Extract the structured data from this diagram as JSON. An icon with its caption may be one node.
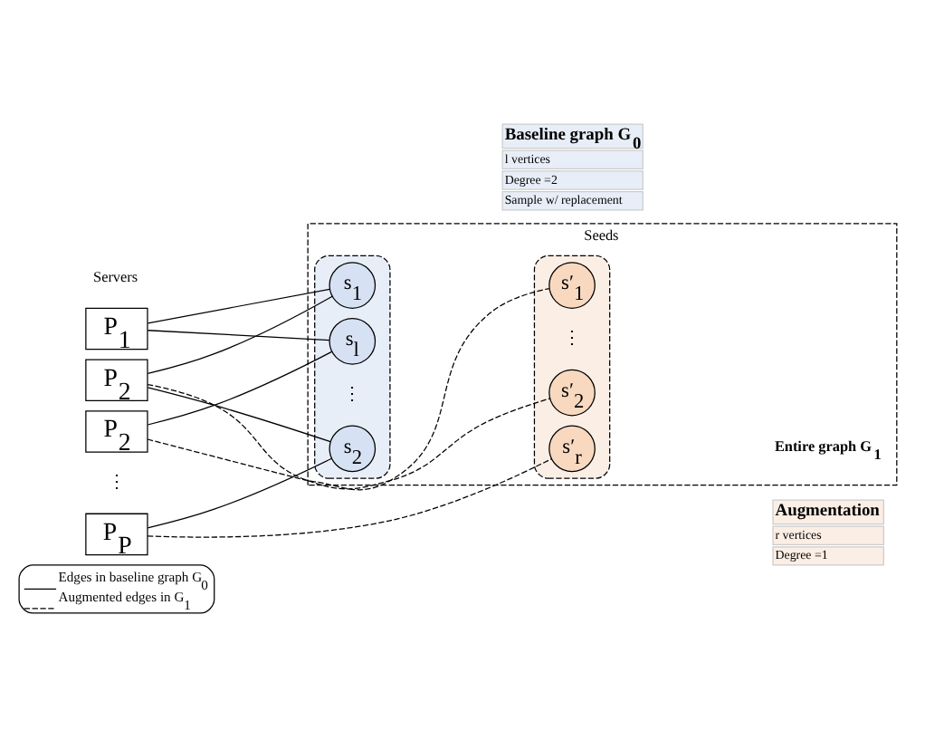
{
  "diagram": {
    "nodes": [
      {
        "text": [
          "P$_{1}$"
        ]
      },
      {
        "text": [
          "P$_{2}$"
        ]
      },
      {
        "text": [
          "P$_{2}$"
        ]
      },
      {
        "text": [
          "P$_{P}$"
        ]
      },
      {
        "text": [
          "Seeds",
          "Entire graph G$_{1}$"
        ]
      },
      {
        "text": [],
        "shape": "box",
        "in": 4,
        "beside": [
          "Baseline graph G$_{0}$",
          "l vertices",
          "Degree =2",
          "Sample w/ replacement"
        ]
      },
      {
        "text": [
          "s$_{1}$"
        ],
        "in": 5
      },
      {
        "text": [
          "s$_{2}$"
        ],
        "in": 5
      },
      {
        "text": [
          "s$_{l}$"
        ],
        "in": 5
      },
      {
        "text": [],
        "shape": "box",
        "in": 4,
        "beside": [
          "Augmentation",
          "r vertices",
          "Degree =1"
        ]
      },
      {
        "text": [
          "s′$_{1}$"
        ],
        "in": 9
      },
      {
        "text": [
          "s′$_{2}$"
        ],
        "in": 9
      },
      {
        "text": [
          "s′$_{r}$"
        ],
        "in": 9
      }
    ],
    "edges": [
      {
        "from": 0,
        "to": 6,
        "arrow": "none"
      },
      {
        "from": 0,
        "to": 8,
        "arrow": "none"
      },
      {
        "from": 1,
        "to": 6,
        "arrow": "none"
      },
      {
        "from": 1,
        "to": 7,
        "arrow": "none"
      },
      {
        "from": 1,
        "to": 11,
        "arrow": "none",
        "style": "dashed"
      },
      {
        "from": 2,
        "to": 8,
        "arrow": "none"
      },
      {
        "from": 2,
        "to": 10,
        "arrow": "none",
        "style": "dashed"
      },
      {
        "from": 3,
        "to": 7,
        "arrow": "none"
      },
      {
        "from": 3,
        "to": 12,
        "arrow": "none",
        "style": "dashed"
      }
    ],
    "labels": [
      "Servers",
      "⋮",
      "⋮",
      "⋮"
    ],
    "legend": [
      {
        "text": "Edges in baseline graph G$_{0}$"
      },
      {
        "text": "Augmented edges in G$_{1}$"
      }
    ]
  }
}
